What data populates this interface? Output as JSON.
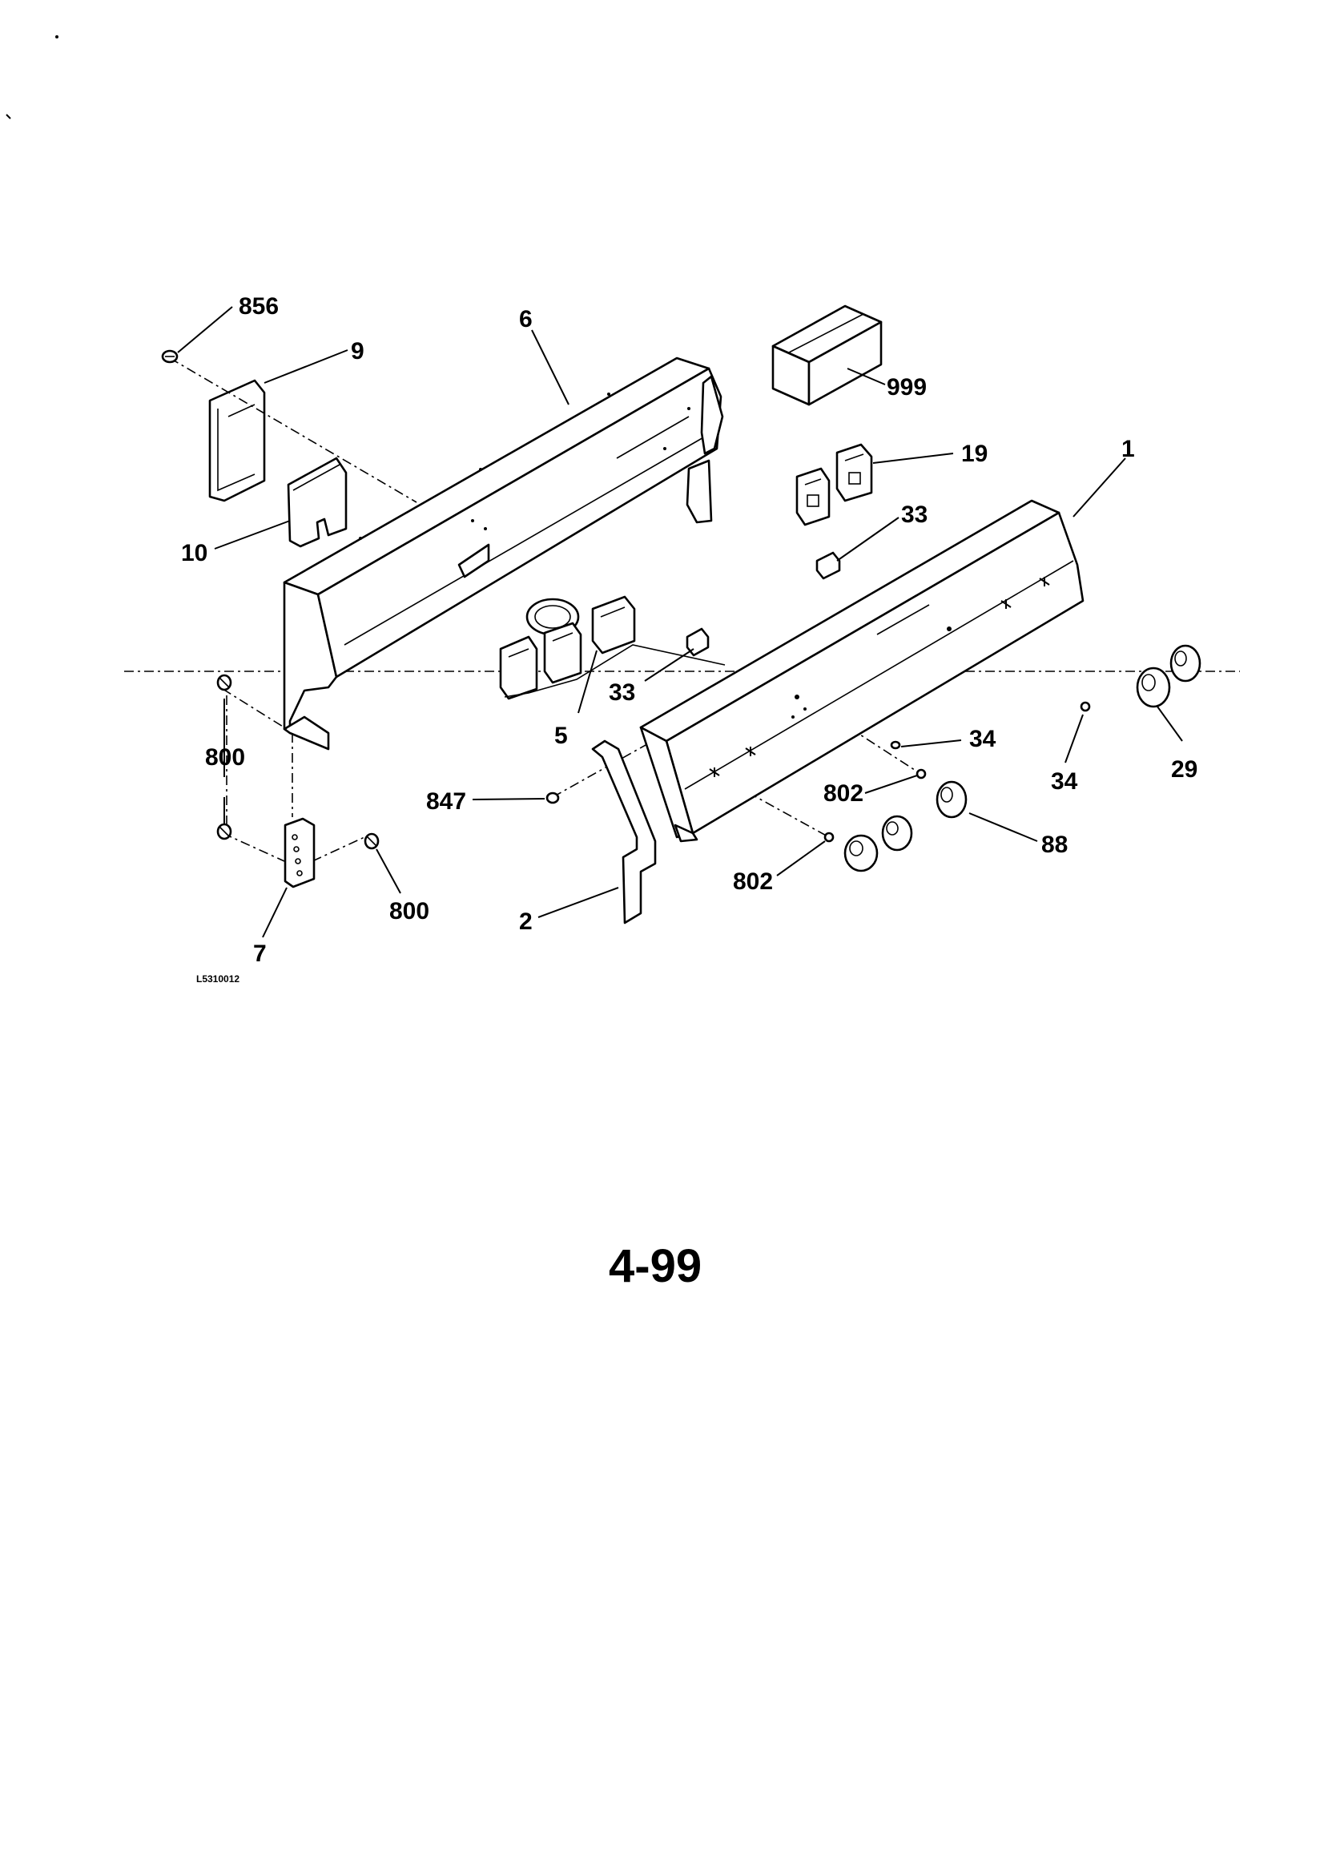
{
  "callouts": {
    "c856": "856",
    "c9": "9",
    "c6": "6",
    "c999": "999",
    "c19": "19",
    "c1": "1",
    "c33a": "33",
    "c10": "10",
    "c33b": "33",
    "c5": "5",
    "c800a": "800",
    "c34a": "34",
    "c34b": "34",
    "c29": "29",
    "c847": "847",
    "c802a": "802",
    "c88": "88",
    "c802b": "802",
    "c800b": "800",
    "c2": "2",
    "c7": "7"
  },
  "drawing_code": "L5310012",
  "page_number": "4-99",
  "colors": {
    "ink": "#000000",
    "paper": "#ffffff"
  }
}
